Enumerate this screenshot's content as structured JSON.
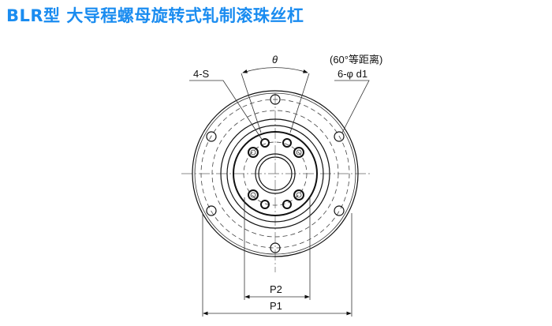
{
  "title": "BLR型  大导程螺母旋转式轧制滚珠丝杠",
  "labels": {
    "theta": "θ",
    "tapped_holes": "4-S",
    "spacing_note": "(60°等距离)",
    "mount_holes": "6-φ d1",
    "p2": "P2",
    "p1": "P1"
  },
  "colors": {
    "title": "#1a8cf0"
  }
}
